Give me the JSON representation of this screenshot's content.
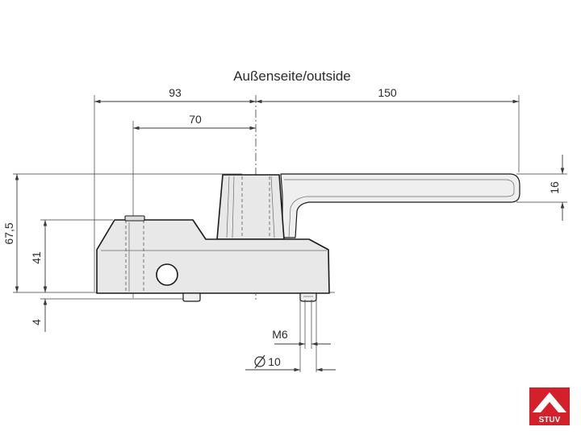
{
  "drawing": {
    "title": "Außenseite/outside",
    "dimensions": {
      "d93": "93",
      "d150": "150",
      "d70": "70",
      "d16": "16",
      "d675": "67,5",
      "d41": "41",
      "d4": "4",
      "m6": "M6",
      "d10": "10"
    },
    "logo": {
      "text": "STUV",
      "color": "#d4202a"
    }
  }
}
